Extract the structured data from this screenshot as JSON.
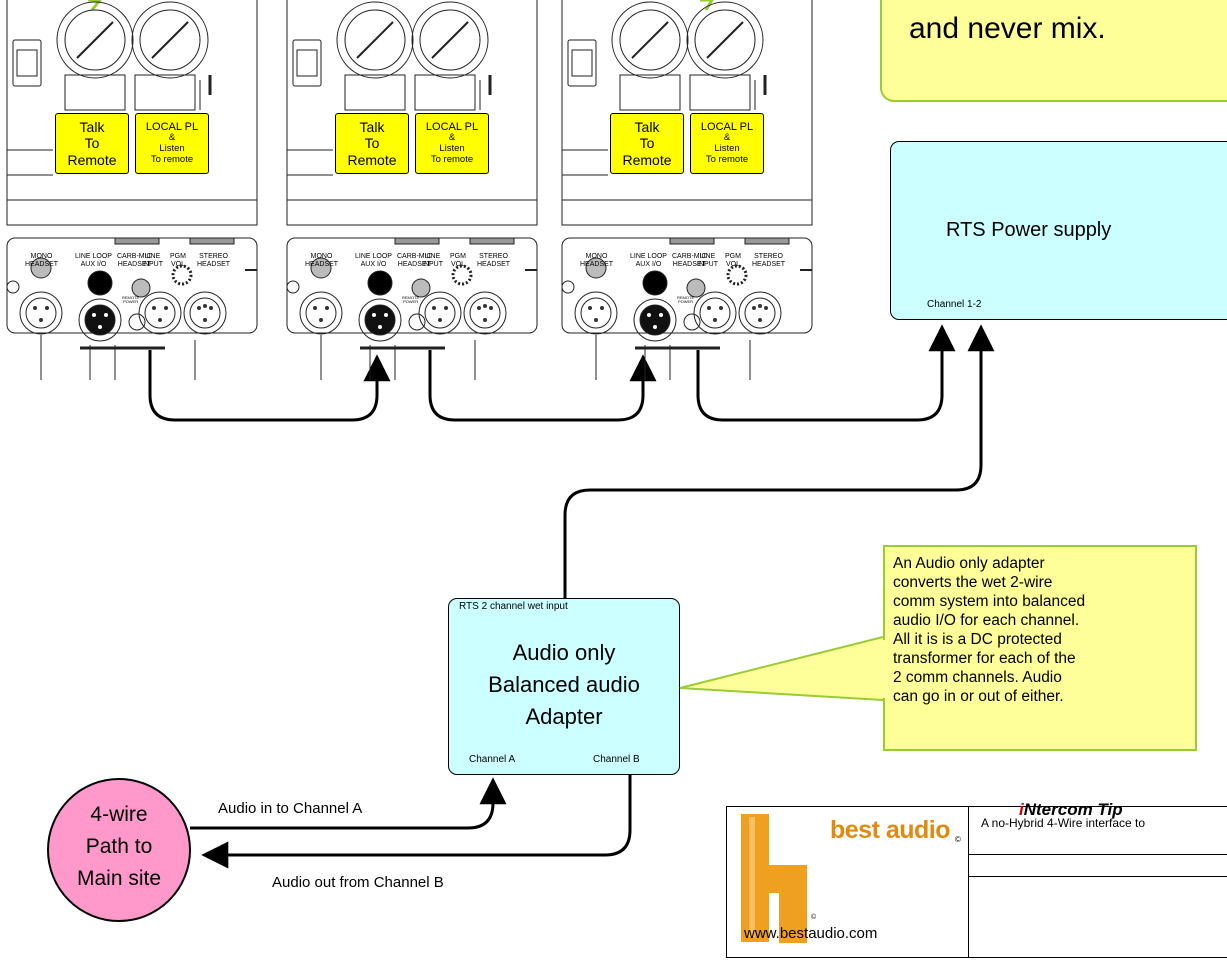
{
  "stations": [
    {
      "talk": [
        "Talk",
        "To",
        "Remote"
      ],
      "local": [
        "LOCAL PL",
        "&",
        "Listen",
        "To remote"
      ],
      "jacks": [
        "MONO\nHEADSET",
        "LINE LOOP\nAUX I/O",
        "CARB-MIC\nHEADSET",
        "LINE\nINPUT",
        "PGM\nVOL",
        "STEREO\nHEADSET"
      ],
      "remote_power": "REMOTE\nPOWER"
    },
    {
      "talk": [
        "Talk",
        "To",
        "Remote"
      ],
      "local": [
        "LOCAL PL",
        "&",
        "Listen",
        "To remote"
      ],
      "jacks": [
        "MONO\nHEADSET",
        "LINE LOOP\nAUX I/O",
        "CARB-MIC\nHEADSET",
        "LINE\nINPUT",
        "PGM\nVOL",
        "STEREO\nHEADSET"
      ],
      "remote_power": "REMOTE\nPOWER"
    },
    {
      "talk": [
        "Talk",
        "To",
        "Remote"
      ],
      "local": [
        "LOCAL PL",
        "&",
        "Listen",
        "To remote"
      ],
      "jacks": [
        "MONO\nHEADSET",
        "LINE LOOP\nAUX I/O",
        "CARB-MIC\nHEADSET",
        "LINE\nINPUT",
        "PGM\nVOL",
        "STEREO\nHEADSET"
      ],
      "remote_power": "REMOTE\nPOWER"
    }
  ],
  "top_callout": {
    "text": "and never mix."
  },
  "power_supply": {
    "title": "RTS Power supply",
    "channel": "Channel 1-2"
  },
  "adapter": {
    "top_label": "RTS 2 channel wet input",
    "title_lines": [
      "Audio only",
      "Balanced audio",
      "Adapter"
    ],
    "channel_a": "Channel A",
    "channel_b": "Channel B"
  },
  "adapter_callout": {
    "lines": [
      "An Audio only adapter",
      "converts the wet 2-wire",
      "comm system into balanced",
      "audio I/O for each channel.",
      "All it is is a DC protected",
      "transformer for each of the",
      "2 comm channels.  Audio",
      "can go in or out of either."
    ]
  },
  "four_wire": {
    "lines": [
      "4-wire",
      "Path to",
      "Main site"
    ]
  },
  "audio_in_label": "Audio in to Channel A",
  "audio_out_label": "Audio out from Channel B",
  "title_block": {
    "brand": "best audio",
    "copyright": "©",
    "title_prefix": "i",
    "title_rest": "Ntercom Tip",
    "subtitle": "A no-Hybrid 4-Wire interface to",
    "url": "www.bestaudio.com"
  },
  "colors": {
    "yellow_key": "#ffff00",
    "callout_fill": "#ffff99",
    "callout_border": "#99cc33",
    "box_fill": "#ccffff",
    "circle_fill": "#ff99cc",
    "brand_orange": "#f0a020",
    "title_red": "#cc0000"
  }
}
